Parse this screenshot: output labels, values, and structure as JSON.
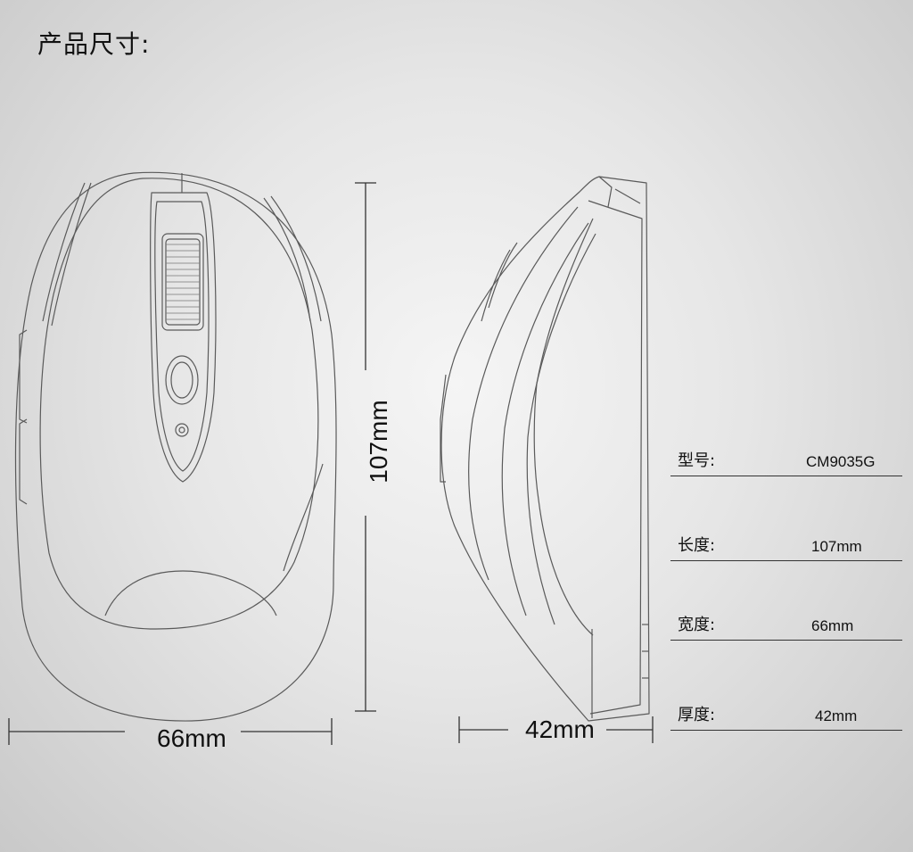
{
  "title": "产品尺寸:",
  "dimensions": {
    "width": "66mm",
    "thickness": "42mm",
    "length": "107mm"
  },
  "specs": [
    {
      "label": "型号:",
      "value": "CM9035G"
    },
    {
      "label": "长度:",
      "value": "107mm"
    },
    {
      "label": "宽度:",
      "value": "66mm"
    },
    {
      "label": "厚度:",
      "value": "42mm"
    }
  ]
}
